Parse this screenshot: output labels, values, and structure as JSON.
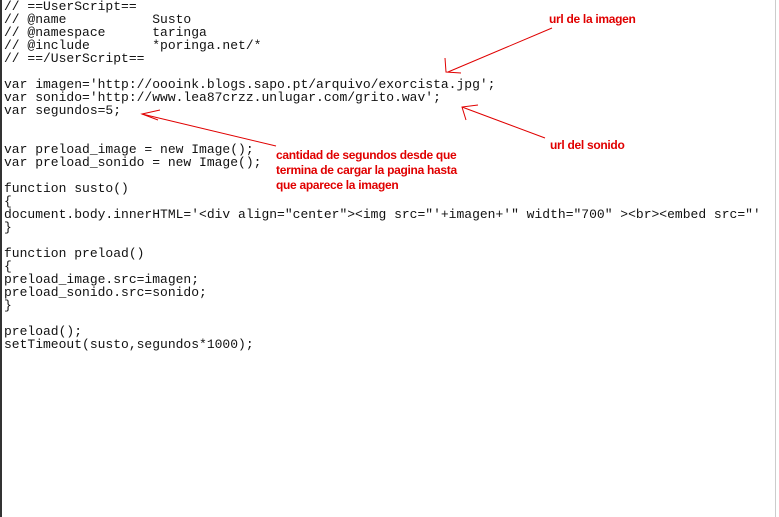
{
  "code_lines": [
    "// ==UserScript==",
    "// @name           Susto",
    "// @namespace      taringa",
    "// @include        *poringa.net/*",
    "// ==/UserScript==",
    "",
    "var imagen='http://oooink.blogs.sapo.pt/arquivo/exorcista.jpg';",
    "var sonido='http://www.lea87crzz.unlugar.com/grito.wav';",
    "var segundos=5;",
    "",
    "",
    "var preload_image = new Image();",
    "var preload_sonido = new Image();",
    "",
    "function susto()",
    "{",
    "document.body.innerHTML='<div align=\"center\"><img src=\"'+imagen+'\" width=\"700\" ><br><embed src=\"'",
    "}",
    "",
    "function preload()",
    "{",
    "preload_image.src=imagen;",
    "preload_sonido.src=sonido;",
    "}",
    "",
    "preload();",
    "setTimeout(susto,segundos*1000);"
  ],
  "annotations": {
    "image_url": "url de la imagen",
    "sound_url": "url del sonido",
    "seconds": [
      "cantidad de segundos desde que",
      "termina de cargar la pagina hasta",
      "que aparece la imagen"
    ]
  },
  "colors": {
    "annotation": "#e00000"
  }
}
